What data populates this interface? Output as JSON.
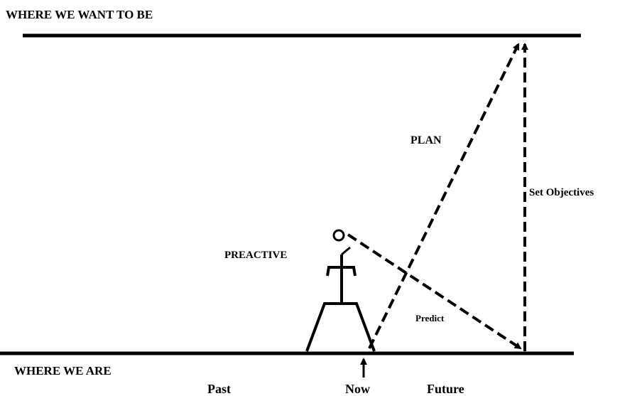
{
  "diagram": {
    "top_label": "WHERE WE WANT TO BE",
    "bottom_label": "WHERE WE ARE",
    "plan_label": "PLAN",
    "objectives_label": "Set Objectives",
    "preactive_label": "PREACTIVE",
    "predict_label": "Predict",
    "timeline": {
      "past": "Past",
      "now": "Now",
      "future": "Future"
    }
  }
}
